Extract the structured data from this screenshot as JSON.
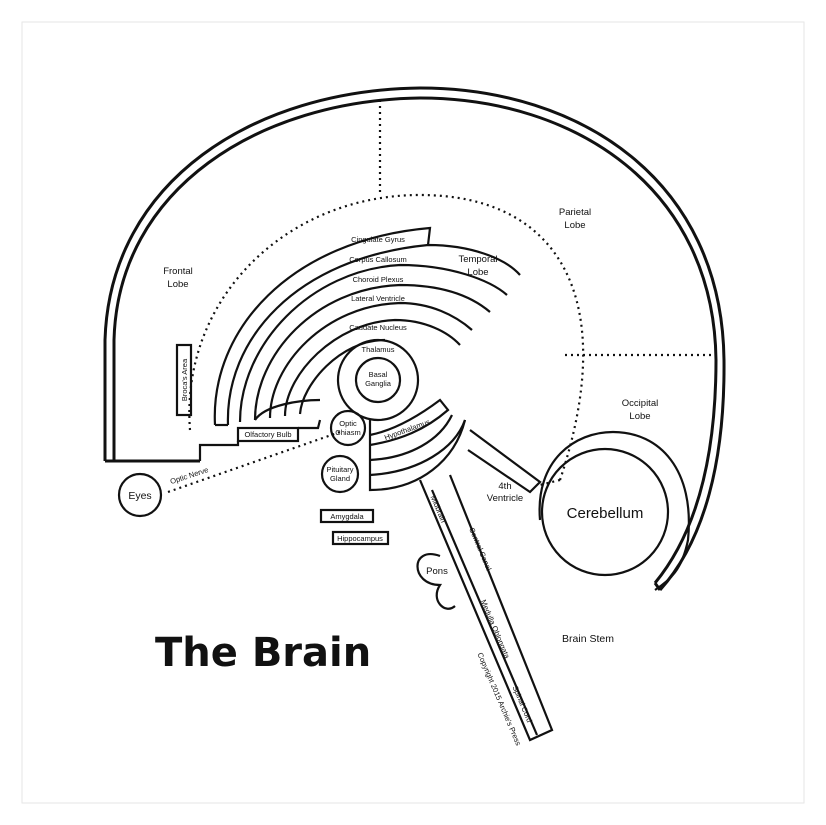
{
  "title": "The Brain",
  "copyright": "Copyright 2015 Archie's Press",
  "lobes": {
    "frontal": [
      "Frontal",
      "Lobe"
    ],
    "temporal": [
      "Temporal",
      "Lobe"
    ],
    "parietal": [
      "Parietal",
      "Lobe"
    ],
    "occipital": [
      "Occipital",
      "Lobe"
    ]
  },
  "rings": {
    "cingulate_gyrus": "Cingulate Gyrus",
    "corpus_callosum": "Corpus Callosum",
    "choroid_plexus": "Choroid Plexus",
    "lateral_ventricle": "Lateral Ventricle",
    "caudate_nucleus": "Caudate Nucleus",
    "thalamus": "Thalamus",
    "basal_ganglia": [
      "Basal",
      "Ganglia"
    ],
    "hypothalamus": "Hypothalamus"
  },
  "structures": {
    "brocas_area": "Broca's Area",
    "olfactory_bulb": "Olfactory Bulb",
    "optic_chiasm": [
      "Optic",
      "Chiasm"
    ],
    "optic_nerve": "Optic Nerve",
    "eyes": "Eyes",
    "pituitary_gland": [
      "Pituitary",
      "Gland"
    ],
    "amygdala": "Amygdala",
    "hippocampus": "Hippocampus",
    "midbrain": "Midbrain",
    "pons": "Pons",
    "central_canal": "Central Canal",
    "medulla_oblongata": "Medulla Oblongata",
    "spinal_cord": "Spinal Cord",
    "fourth_ventricle": [
      "4th",
      "Ventricle"
    ],
    "cerebellum": "Cerebellum",
    "brain_stem": "Brain Stem"
  }
}
